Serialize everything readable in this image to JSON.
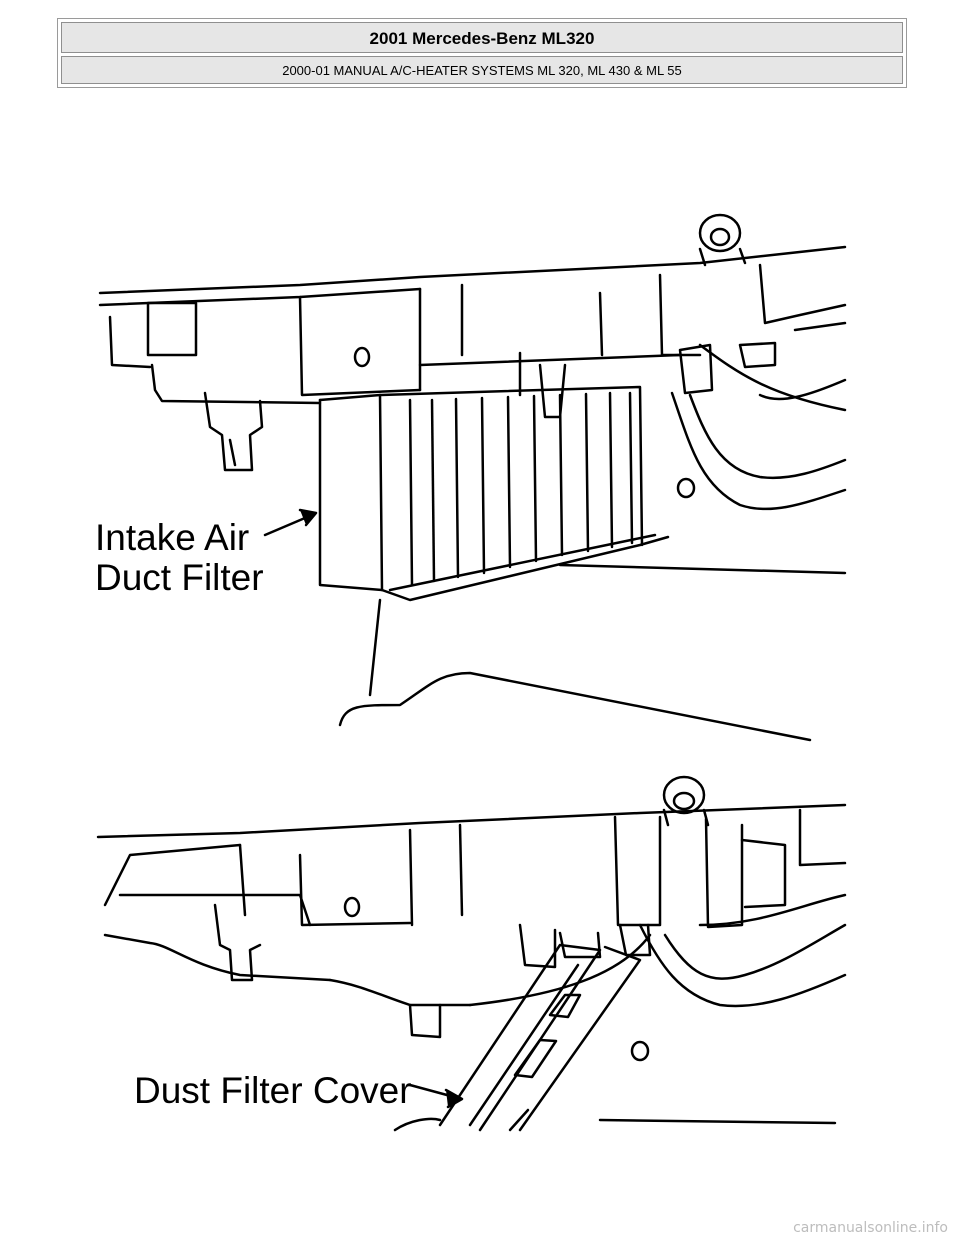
{
  "header": {
    "title": "2001 Mercedes-Benz ML320",
    "subtitle": "2000-01 MANUAL A/C-HEATER SYSTEMS ML 320, ML 430 & ML 55"
  },
  "figure": {
    "callouts": {
      "intake_line1": "Intake Air",
      "intake_line2": "Duct Filter",
      "dust_cover": "Dust Filter Cover"
    }
  },
  "footer": {
    "watermark": "carmanualsonline.info"
  }
}
